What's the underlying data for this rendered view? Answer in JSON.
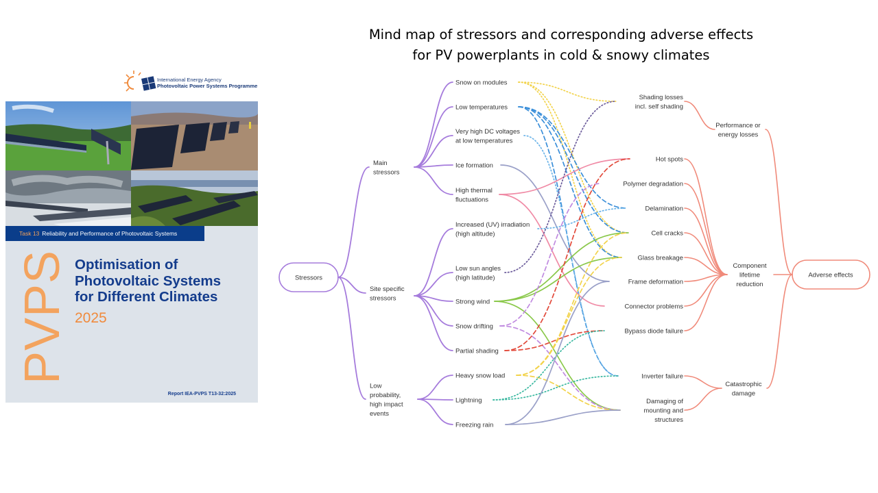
{
  "title": {
    "line1": "Mind map of stressors and corresponding adverse effects",
    "line2": "for PV powerplants in cold & snowy climates"
  },
  "cover": {
    "logo_line1": "International Energy Agency",
    "logo_line2": "Photovoltaic Power Systems Programme",
    "task_label": "Task 13",
    "task_text": "Reliability and Performance of Photovoltaic Systems",
    "pvps": "PVPS",
    "title_lines": [
      "Optimisation of",
      "Photovoltaic Systems",
      "for Different Climates"
    ],
    "year": "2025",
    "report": "Report IEA-PVPS T13-32:2025",
    "colors": {
      "blue": "#143c8c",
      "orange": "#f3a35e",
      "background": "#dde3ea"
    }
  },
  "mindmap": {
    "root": "Stressors",
    "groups": [
      {
        "id": "main",
        "lines": [
          "Main",
          "stressors"
        ],
        "items": [
          {
            "id": "snow",
            "lines": [
              "Snow on modules"
            ]
          },
          {
            "id": "lowtemp",
            "lines": [
              "Low temperatures"
            ]
          },
          {
            "id": "dcv",
            "lines": [
              "Very high DC voltages",
              "at low temperatures"
            ]
          },
          {
            "id": "ice",
            "lines": [
              "Ice formation"
            ]
          },
          {
            "id": "thermal",
            "lines": [
              "High thermal",
              "fluctuations"
            ]
          }
        ]
      },
      {
        "id": "site",
        "lines": [
          "Site specific",
          "stressors"
        ],
        "items": [
          {
            "id": "uv",
            "lines": [
              "Increased (UV) irradiation",
              "(high altitude)"
            ]
          },
          {
            "id": "sunangle",
            "lines": [
              "Low sun angles",
              "(high latitude)"
            ]
          },
          {
            "id": "wind",
            "lines": [
              "Strong wind"
            ]
          },
          {
            "id": "drift",
            "lines": [
              "Snow drifting"
            ]
          },
          {
            "id": "partial",
            "lines": [
              "Partial shading"
            ]
          }
        ]
      },
      {
        "id": "lowprob",
        "lines": [
          "Low",
          "probability,",
          "high impact",
          "events"
        ],
        "items": [
          {
            "id": "heavysnow",
            "lines": [
              "Heavy snow load"
            ]
          },
          {
            "id": "lightning",
            "lines": [
              "Lightning"
            ]
          },
          {
            "id": "frain",
            "lines": [
              "Freezing rain"
            ]
          }
        ]
      }
    ],
    "effects": [
      {
        "id": "shading",
        "lines": [
          "Shading losses",
          "incl. self shading"
        ],
        "group": "perf"
      },
      {
        "id": "hotspots",
        "lines": [
          "Hot spots"
        ],
        "group": "life"
      },
      {
        "id": "polymer",
        "lines": [
          "Polymer degradation"
        ],
        "group": "life"
      },
      {
        "id": "delam",
        "lines": [
          "Delamination"
        ],
        "group": "life"
      },
      {
        "id": "cracks",
        "lines": [
          "Cell cracks"
        ],
        "group": "life"
      },
      {
        "id": "glass",
        "lines": [
          "Glass breakage"
        ],
        "group": "life"
      },
      {
        "id": "frame",
        "lines": [
          "Frame deformation"
        ],
        "group": "life"
      },
      {
        "id": "connector",
        "lines": [
          "Connector problems"
        ],
        "group": "life"
      },
      {
        "id": "bypass",
        "lines": [
          "Bypass diode failure"
        ],
        "group": "life"
      },
      {
        "id": "inverter",
        "lines": [
          "Inverter failure"
        ],
        "group": "cat"
      },
      {
        "id": "mounting",
        "lines": [
          "Damaging of",
          "mounting and",
          "structures"
        ],
        "group": "cat"
      }
    ],
    "categories": [
      {
        "id": "perf",
        "lines": [
          "Performance or",
          "energy losses"
        ]
      },
      {
        "id": "life",
        "lines": [
          "Component",
          "lifetime",
          "reduction"
        ]
      },
      {
        "id": "cat",
        "lines": [
          "Catastrophic",
          "damage"
        ]
      }
    ],
    "outcome": "Adverse effects",
    "links": [
      {
        "from": "snow",
        "to": "shading",
        "color": "#f2d34b",
        "style": "dotted"
      },
      {
        "from": "snow",
        "to": "cracks",
        "color": "#f2d34b",
        "style": "dotted"
      },
      {
        "from": "snow",
        "to": "glass",
        "color": "#f2d34b",
        "style": "dotted"
      },
      {
        "from": "lowtemp",
        "to": "delam",
        "color": "#3b8fd9",
        "style": "dashed"
      },
      {
        "from": "lowtemp",
        "to": "cracks",
        "color": "#3b8fd9",
        "style": "dashed"
      },
      {
        "from": "lowtemp",
        "to": "glass",
        "color": "#3b8fd9",
        "style": "dashed"
      },
      {
        "from": "lowtemp",
        "to": "inverter",
        "color": "#3b8fd9",
        "style": "dashed"
      },
      {
        "from": "dcv",
        "to": "inverter",
        "color": "#6ab3e8",
        "style": "dotted"
      },
      {
        "from": "ice",
        "to": "frame",
        "color": "#9aa0c8",
        "style": "solid"
      },
      {
        "from": "thermal",
        "to": "hotspots",
        "color": "#f08aa5",
        "style": "solid"
      },
      {
        "from": "thermal",
        "to": "connector",
        "color": "#f08aa5",
        "style": "solid"
      },
      {
        "from": "uv",
        "to": "delam",
        "color": "#6ab3e8",
        "style": "dotted"
      },
      {
        "from": "sunangle",
        "to": "shading",
        "color": "#6a5a9a",
        "style": "dotted"
      },
      {
        "from": "wind",
        "to": "cracks",
        "color": "#8ac84a",
        "style": "solid"
      },
      {
        "from": "wind",
        "to": "glass",
        "color": "#8ac84a",
        "style": "solid"
      },
      {
        "from": "wind",
        "to": "mounting",
        "color": "#8ac84a",
        "style": "solid"
      },
      {
        "from": "drift",
        "to": "polymer",
        "color": "#c08ae0",
        "style": "dashed"
      },
      {
        "from": "drift",
        "to": "mounting",
        "color": "#c08ae0",
        "style": "dashed"
      },
      {
        "from": "partial",
        "to": "hotspots",
        "color": "#e24a3b",
        "style": "dashed"
      },
      {
        "from": "partial",
        "to": "bypass",
        "color": "#e24a3b",
        "style": "dashed"
      },
      {
        "from": "heavysnow",
        "to": "glass",
        "color": "#f2d34b",
        "style": "dashed"
      },
      {
        "from": "heavysnow",
        "to": "mounting",
        "color": "#f2d34b",
        "style": "dashed"
      },
      {
        "from": "heavysnow",
        "to": "cracks",
        "color": "#f2d34b",
        "style": "dashed"
      },
      {
        "from": "lightning",
        "to": "bypass",
        "color": "#3ab8a0",
        "style": "dotted"
      },
      {
        "from": "lightning",
        "to": "inverter",
        "color": "#3ab8a0",
        "style": "dotted"
      },
      {
        "from": "frain",
        "to": "mounting",
        "color": "#9aa0c8",
        "style": "solid"
      },
      {
        "from": "frain",
        "to": "frame",
        "color": "#9aa0c8",
        "style": "solid"
      }
    ]
  }
}
